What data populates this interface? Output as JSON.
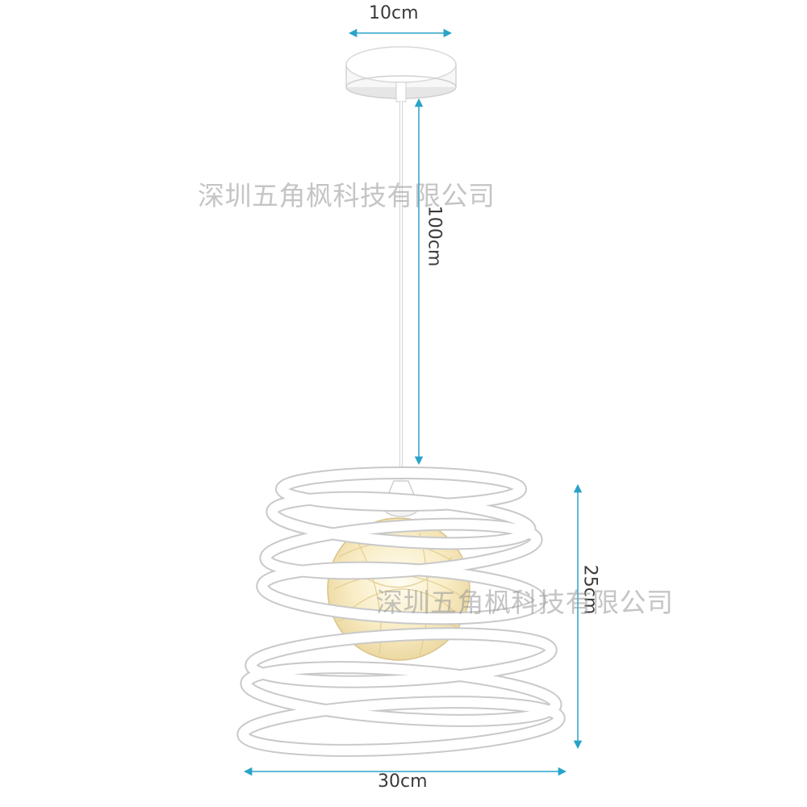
{
  "dimensions": {
    "canopy_width": "10cm",
    "cord_length": "100cm",
    "shade_height": "25cm",
    "shade_width": "30cm"
  },
  "watermark": {
    "text": "深圳五角枫科技有限公司"
  },
  "colors": {
    "dimension_line": "#2aa3c9",
    "fixture": "#ffffff",
    "fixture_outline": "#c8c8c8",
    "bulb": "#f7e7b7"
  }
}
